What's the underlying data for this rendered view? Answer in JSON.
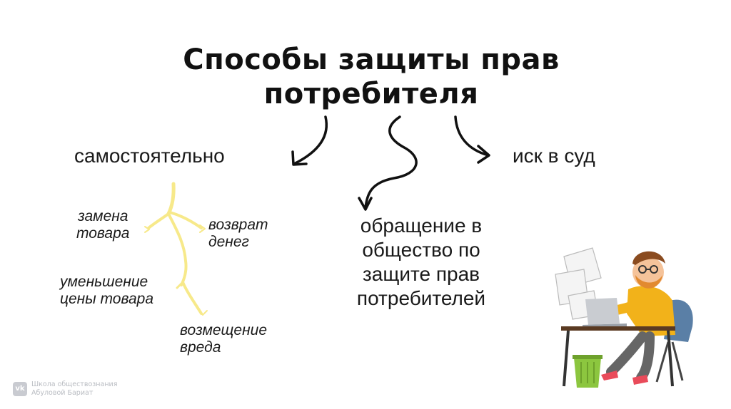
{
  "title": {
    "line1": "Способы защиты прав",
    "line2": "потребителя"
  },
  "branches": {
    "self": "самостоятельно",
    "court": "иск в суд",
    "society": [
      "обращение в",
      "общество по",
      "защите прав",
      "потребителей"
    ]
  },
  "self_methods": [
    [
      "замена",
      "товара"
    ],
    [
      "возврат",
      "денег"
    ],
    [
      "уменьшение",
      "цены товара"
    ],
    [
      "возмещение",
      "вреда"
    ]
  ],
  "colors": {
    "text": "#1a1a1a",
    "tree": "#f7e98a",
    "arrows": "#111111",
    "shirt": "#f2b21a",
    "bin": "#8cc63f",
    "hair": "#e28a2f"
  },
  "icons": [
    "vk-icon"
  ],
  "watermark": {
    "line1": "Школа обществознания",
    "line2": "Абуловой Бариат"
  }
}
